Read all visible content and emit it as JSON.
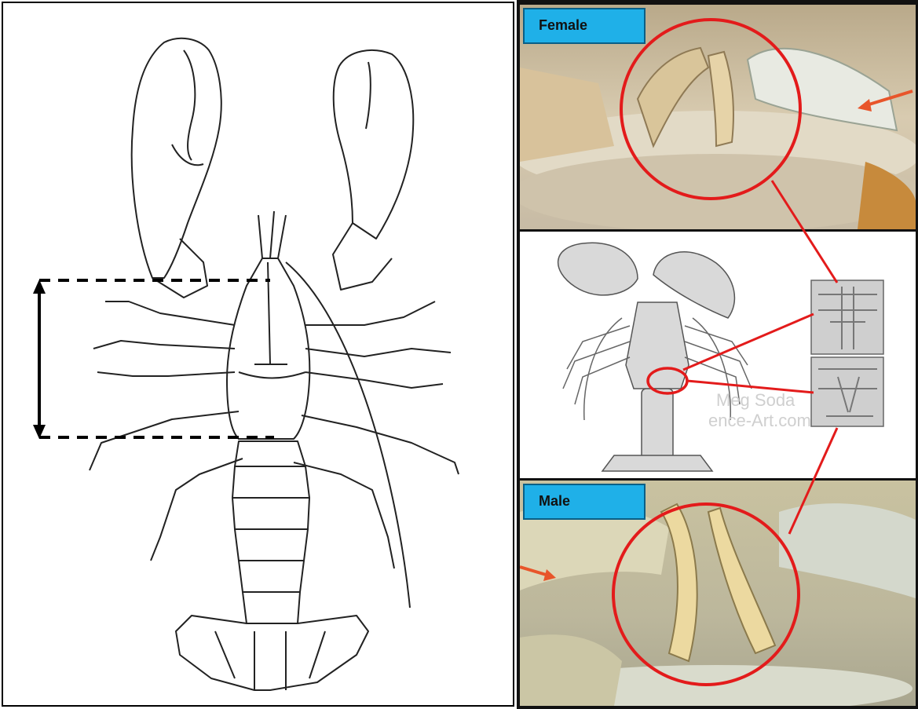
{
  "female_label": "Female",
  "male_label": "Male",
  "watermark_line1": "Meg Soda",
  "watermark_line2": "ence-Art.com",
  "colors": {
    "label_bg": "#1fb0e8",
    "highlight_circle": "#e31b1b",
    "connector_line": "#e31b1b",
    "arrow_orange": "#e8552a"
  }
}
